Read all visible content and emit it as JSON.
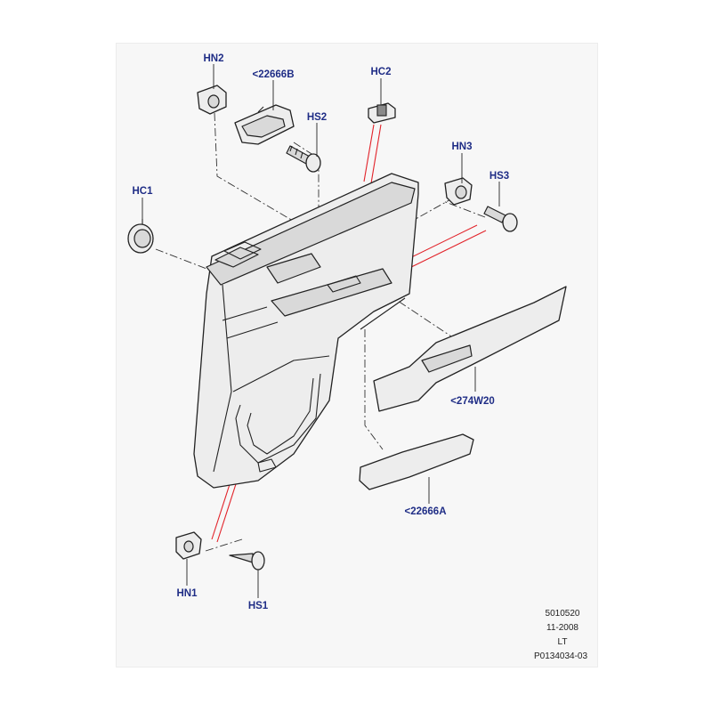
{
  "labels": {
    "hn2": "HN2",
    "p22666b": "<22666B",
    "hs2": "HS2",
    "hc2": "HC2",
    "hn3": "HN3",
    "hs3": "HS3",
    "hc1": "HC1",
    "p274w20": "<274W20",
    "p22666a": "<22666A",
    "hn1": "HN1",
    "hs1": "HS1"
  },
  "meta": {
    "line1": "5010520",
    "line2": "11-2008",
    "line3": "LT",
    "line4": "P0134034-03"
  },
  "colors": {
    "label_text": "#1f2d86",
    "highlight_lines": "#e2242b",
    "background": "#f7f7f7"
  }
}
